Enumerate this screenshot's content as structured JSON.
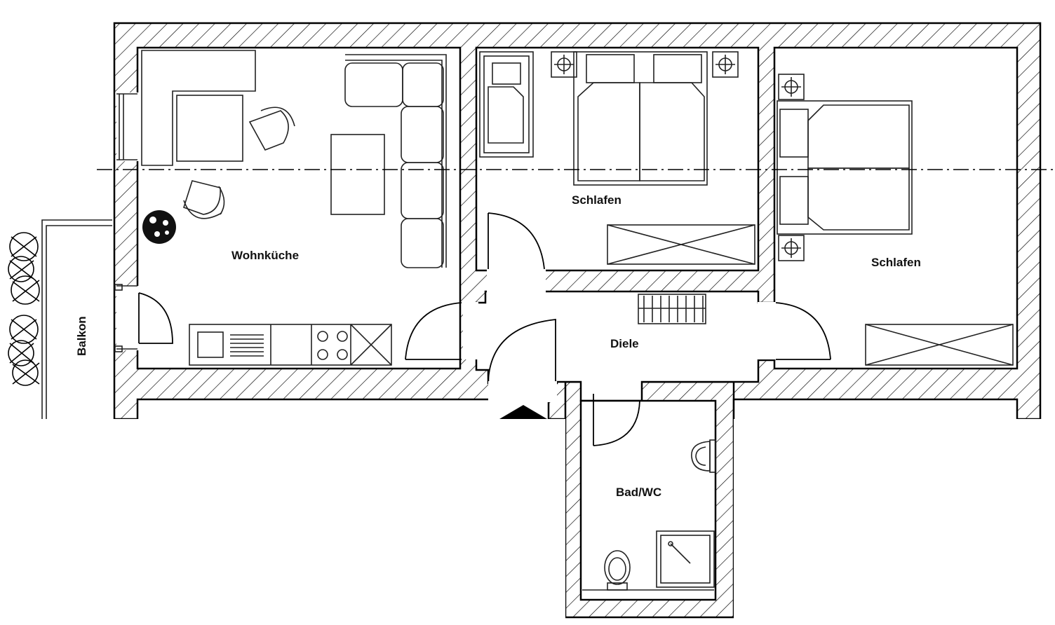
{
  "rooms": {
    "living_kitchen": "Wohnküche",
    "bedroom_1": "Schlafen",
    "bedroom_2": "Schlafen",
    "hallway": "Diele",
    "bathroom": "Bad/WC",
    "balcony": "Balkon"
  },
  "icons": {
    "entrance": "entrance-arrow-icon",
    "plant": "plant-icon",
    "lamp": "lamp-icon"
  }
}
